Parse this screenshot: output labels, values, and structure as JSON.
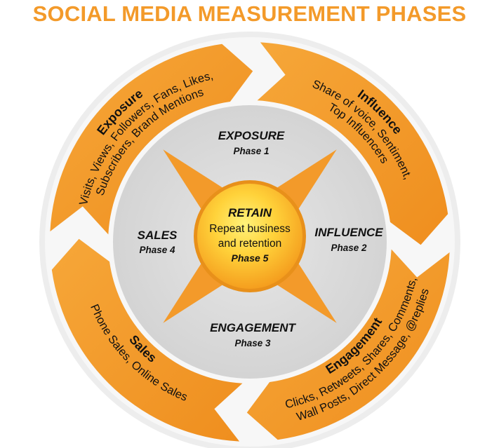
{
  "title": "SOCIAL MEDIA MEASUREMENT PHASES",
  "colors": {
    "orange": "#F39A2A",
    "orange_dark": "#E0851A",
    "gray_disk": "#D9D9D9",
    "gray_ring": "#E8E8E8",
    "sun_center": "#FFE24A",
    "sun_edge": "#F6A21E",
    "text": "#111111"
  },
  "arcs": {
    "exposure": {
      "title": "Exposure",
      "lines": [
        "Visits, Views, Followers, Fans, Likes,",
        "Subscribers, Brand Mentions"
      ]
    },
    "influence": {
      "title": "Influence",
      "lines": [
        "Share of voice, Sentiment,",
        "Top Influencers"
      ]
    },
    "engagement": {
      "title": "Engagement",
      "lines": [
        "Clicks, Retweets, Shares, Comments,",
        "Wall Posts, Direct Message, @replies"
      ]
    },
    "sales": {
      "title": "Sales",
      "lines": [
        "Phone Sales, Online Sales"
      ]
    }
  },
  "phases": {
    "exposure": {
      "name": "EXPOSURE",
      "phase": "Phase 1"
    },
    "influence": {
      "name": "INFLUENCE",
      "phase": "Phase 2"
    },
    "engagement": {
      "name": "ENGAGEMENT",
      "phase": "Phase 3"
    },
    "sales": {
      "name": "SALES",
      "phase": "Phase 4"
    }
  },
  "center": {
    "title": "RETAIN",
    "line1": "Repeat business",
    "line2": "and retention",
    "phase": "Phase 5"
  }
}
